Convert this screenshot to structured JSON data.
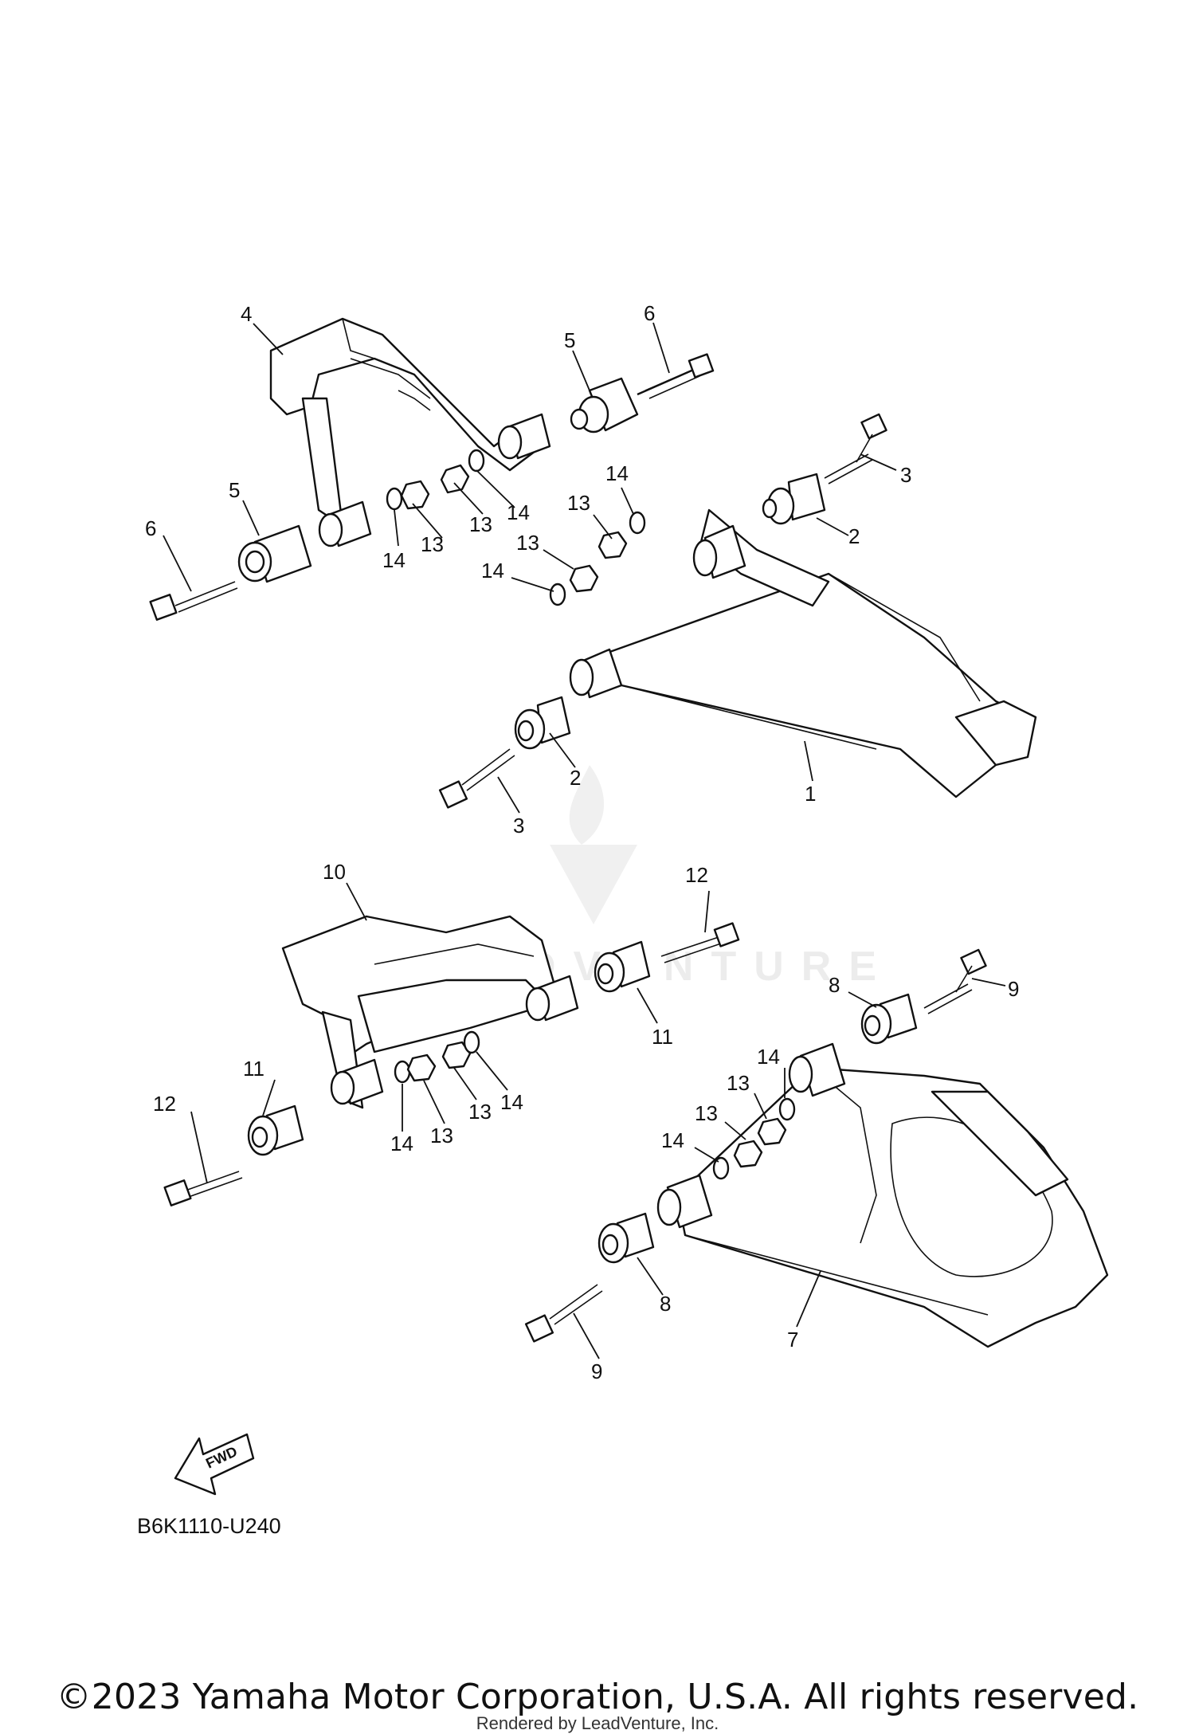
{
  "diagram": {
    "code": "B6K1110-U240",
    "fwd_label": "FWD",
    "watermark": "LEADVENTURE",
    "callouts": [
      "1",
      "2",
      "3",
      "4",
      "5",
      "6",
      "7",
      "8",
      "9",
      "10",
      "11",
      "12",
      "13",
      "14"
    ]
  },
  "footer": {
    "copyright": "©2023 Yamaha Motor Corporation, U.S.A. All rights reserved.",
    "rendered_by": "Rendered by LeadVenture, Inc."
  }
}
